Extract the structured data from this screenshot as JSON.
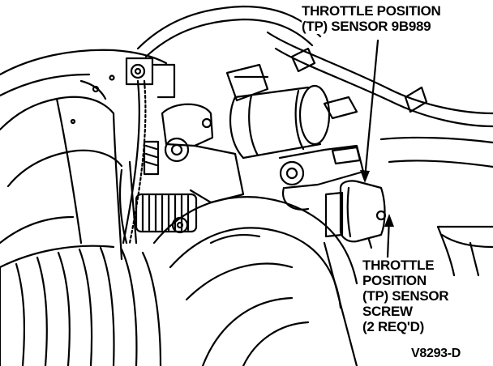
{
  "callouts": {
    "tp_sensor": {
      "lines": [
        "THROTTLE POSITION",
        "(TP) SENSOR 9B989"
      ]
    },
    "tp_sensor_screw": {
      "lines": [
        "THROTTLE",
        "POSITION",
        "(TP) SENSOR",
        "SCREW",
        "(2 REQ'D)"
      ]
    }
  },
  "figure_code": "V8293-D",
  "colors": {
    "ink": "#000000",
    "paper": "#ffffff"
  }
}
